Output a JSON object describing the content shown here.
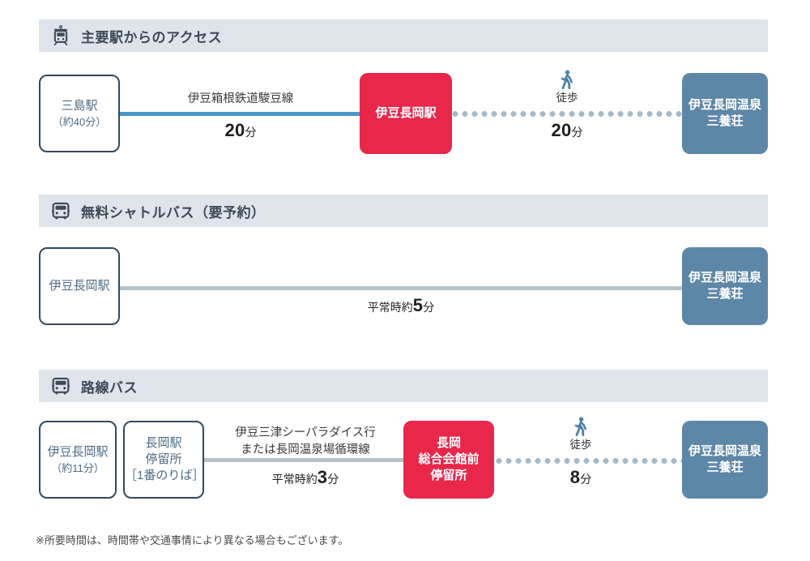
{
  "colors": {
    "header_bar": "#DFE4EA",
    "header_text": "#3D4A57",
    "node_white_border": "#33495B",
    "node_white_text": "#4C6B86",
    "node_red": "#E8274B",
    "node_blue": "#5D87A6",
    "line_blue": "#4A97C9",
    "line_gray": "#B4C2CC",
    "dot_gray": "#A6BAC9"
  },
  "sections": [
    {
      "icon": "train-icon",
      "title": "主要駅からのアクセス",
      "nodes": {
        "origin": {
          "name": "三島駅",
          "sub": "（約40分）"
        },
        "transfer": {
          "name": "伊豆長岡駅"
        },
        "destination": {
          "line1": "伊豆長岡温泉",
          "line2": "三養荘"
        }
      },
      "legs": [
        {
          "mode": "train",
          "route": "伊豆箱根鉄道駿豆線",
          "duration_prefix": "",
          "duration_number": "20",
          "duration_unit": "分"
        },
        {
          "mode": "walk",
          "walk_label": "徒歩",
          "duration_prefix": "",
          "duration_number": "20",
          "duration_unit": "分"
        }
      ]
    },
    {
      "icon": "bus-icon",
      "title": "無料シャトルバス（要予約）",
      "nodes": {
        "origin": {
          "name": "伊豆長岡駅"
        },
        "destination": {
          "line1": "伊豆長岡温泉",
          "line2": "三養荘"
        }
      },
      "legs": [
        {
          "mode": "shuttle",
          "route": "",
          "duration_prefix": "平常時約",
          "duration_number": "5",
          "duration_unit": "分"
        }
      ]
    },
    {
      "icon": "bus-icon",
      "title": "路線バス",
      "nodes": {
        "origin": {
          "name": "伊豆長岡駅",
          "sub": "（約11分）"
        },
        "stop": {
          "line1": "長岡駅",
          "line2": "停留所",
          "line3": "［1番のりば］"
        },
        "transfer": {
          "line1": "長岡",
          "line2": "総合会館前",
          "line3": "停留所"
        },
        "destination": {
          "line1": "伊豆長岡温泉",
          "line2": "三養荘"
        }
      },
      "legs": [
        {
          "mode": "bus",
          "route_line1": "伊豆三津シーパラダイス行",
          "route_line2": "または長岡温泉場循環線",
          "duration_prefix": "平常時約",
          "duration_number": "3",
          "duration_unit": "分"
        },
        {
          "mode": "walk",
          "walk_label": "徒歩",
          "duration_prefix": "",
          "duration_number": "8",
          "duration_unit": "分"
        }
      ]
    }
  ],
  "footnote": "※所要時間は、時間帯や交通事情により異なる場合もございます。"
}
